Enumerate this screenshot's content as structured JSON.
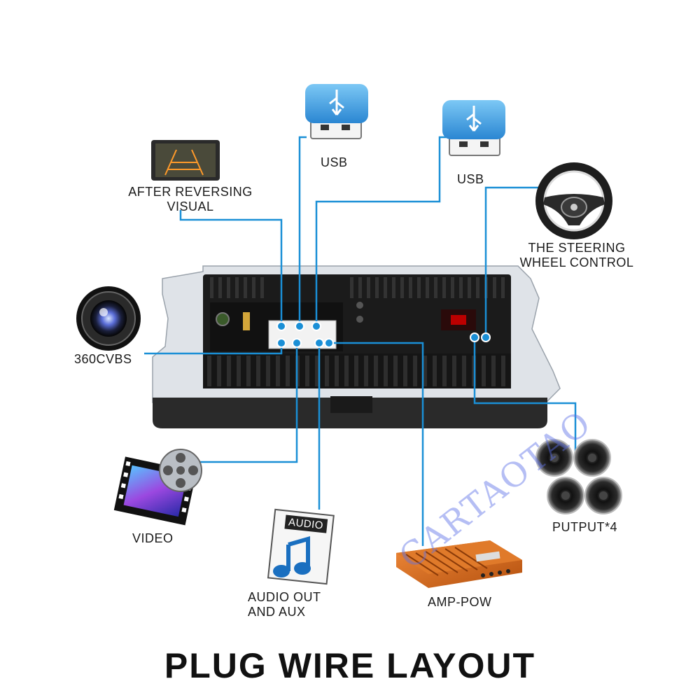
{
  "labels": {
    "usb_1": "USB",
    "usb_2": "USB",
    "after_reversing": "AFTER REVERSING",
    "visual": "VISUAL",
    "steering_1": "THE STEERING",
    "steering_2": "WHEEL CONTROL",
    "cvbs": "360CVBS",
    "video": "VIDEO",
    "audio_1": "AUDIO OUT",
    "audio_2": "AND AUX",
    "audio_tag": "AUDIO",
    "amp": "AMP-POW",
    "output": "PUTPUT*4"
  },
  "title": "PLUG WIRE LAYOUT",
  "watermark": "CARTAOTAO",
  "colors": {
    "wire": "#1a8fd6",
    "usb_blue": "#3aa0e6",
    "unit_body": "#1b1b1b",
    "frame": "#d9dde2",
    "amp_orange": "#d9661a",
    "title": "#111111"
  },
  "icons": [
    "usb-drive-icon",
    "rear-camera-screen-icon",
    "steering-wheel-icon",
    "camera-lens-icon",
    "video-film-icon",
    "audio-note-icon",
    "amplifier-icon",
    "speaker-icon"
  ]
}
